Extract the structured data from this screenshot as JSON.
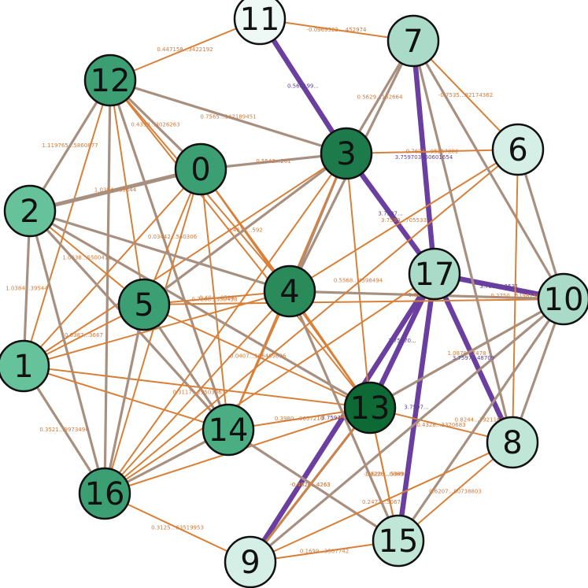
{
  "colors": {
    "positive": "#6a3fa0",
    "neutral": "#a89080",
    "negative": "#d7803a",
    "node_stroke": "#111111",
    "label_positive": "#5b3f9a",
    "label_negative": "#d07a3a"
  },
  "nodes": [
    {
      "id": "0",
      "fill": "#3c9f73"
    },
    {
      "id": "1",
      "fill": "#66c29b"
    },
    {
      "id": "2",
      "fill": "#66c29b"
    },
    {
      "id": "3",
      "fill": "#1d7a4a"
    },
    {
      "id": "4",
      "fill": "#2a8a5a"
    },
    {
      "id": "5",
      "fill": "#3c9f73"
    },
    {
      "id": "6",
      "fill": "#d6efe6"
    },
    {
      "id": "7",
      "fill": "#a9dbc8"
    },
    {
      "id": "8",
      "fill": "#bfe6d7"
    },
    {
      "id": "9",
      "fill": "#d6efe6"
    },
    {
      "id": "10",
      "fill": "#a9dbc8"
    },
    {
      "id": "11",
      "fill": "#eef8f4"
    },
    {
      "id": "12",
      "fill": "#3c9f73"
    },
    {
      "id": "13",
      "fill": "#0e6a35"
    },
    {
      "id": "14",
      "fill": "#4aae82"
    },
    {
      "id": "15",
      "fill": "#bfe6d7"
    },
    {
      "id": "16",
      "fill": "#3c9f73"
    },
    {
      "id": "17",
      "fill": "#a9dbc8"
    }
  ],
  "edges": [
    {
      "s": "11",
      "t": "3",
      "kind": "positive",
      "w": 3.0,
      "label": "0.560199..."
    },
    {
      "s": "3",
      "t": "17",
      "kind": "positive",
      "w": 3.0,
      "label": "3.7597..."
    },
    {
      "s": "7",
      "t": "17",
      "kind": "positive",
      "w": 3.0,
      "label": "3.759703960601654"
    },
    {
      "s": "17",
      "t": "10",
      "kind": "positive",
      "w": 3.0,
      "label": "3.7597...3531"
    },
    {
      "s": "17",
      "t": "8",
      "kind": "positive",
      "w": 3.0,
      "label": "3.7597...48709"
    },
    {
      "s": "17",
      "t": "13",
      "kind": "positive",
      "w": 3.0,
      "label": "3.75970..."
    },
    {
      "s": "17",
      "t": "9",
      "kind": "positive",
      "w": 3.0,
      "label": "3.7597...16432"
    },
    {
      "s": "17",
      "t": "15",
      "kind": "positive",
      "w": 3.0,
      "label": "3.7597..."
    },
    {
      "s": "11",
      "t": "7",
      "kind": "negative",
      "w": 1.0,
      "label": "-0.0969322....452974"
    },
    {
      "s": "11",
      "t": "12",
      "kind": "negative",
      "w": 1.0,
      "label": "0.447158...3422192"
    },
    {
      "s": "12",
      "t": "0",
      "kind": "neutral",
      "w": 2.0,
      "label": "0.4393...3026263"
    },
    {
      "s": "12",
      "t": "3",
      "kind": "neutral",
      "w": 2.0,
      "label": "0.7565...142189451"
    },
    {
      "s": "12",
      "t": "2",
      "kind": "neutral",
      "w": 2.0,
      "label": "1.119765...5860877"
    },
    {
      "s": "12",
      "t": "5",
      "kind": "negative",
      "w": 1.0,
      "label": ""
    },
    {
      "s": "12",
      "t": "14",
      "kind": "neutral",
      "w": 2.0,
      "label": ""
    },
    {
      "s": "12",
      "t": "16",
      "kind": "neutral",
      "w": 2.0,
      "label": ""
    },
    {
      "s": "12",
      "t": "1",
      "kind": "negative",
      "w": 1.0,
      "label": ""
    },
    {
      "s": "12",
      "t": "4",
      "kind": "negative",
      "w": 1.0,
      "label": ""
    },
    {
      "s": "12",
      "t": "13",
      "kind": "negative",
      "w": 1.0,
      "label": ""
    },
    {
      "s": "0",
      "t": "3",
      "kind": "neutral",
      "w": 2.0,
      "label": "0.5543...201"
    },
    {
      "s": "0",
      "t": "2",
      "kind": "neutral",
      "w": 3.0,
      "label": "1.0384...39544"
    },
    {
      "s": "0",
      "t": "5",
      "kind": "negative",
      "w": 1.0,
      "label": "0.03442...540306"
    },
    {
      "s": "0",
      "t": "14",
      "kind": "negative",
      "w": 1.0,
      "label": "0.7268...350438"
    },
    {
      "s": "0",
      "t": "16",
      "kind": "negative",
      "w": 1.0,
      "label": ""
    },
    {
      "s": "0",
      "t": "1",
      "kind": "negative",
      "w": 1.0,
      "label": ""
    },
    {
      "s": "0",
      "t": "4",
      "kind": "negative",
      "w": 1.0,
      "label": "0.4677...592"
    },
    {
      "s": "0",
      "t": "13",
      "kind": "negative",
      "w": 1.0,
      "label": ""
    },
    {
      "s": "3",
      "t": "7",
      "kind": "neutral",
      "w": 2.0,
      "label": "0.5629...152664"
    },
    {
      "s": "3",
      "t": "4",
      "kind": "neutral",
      "w": 2.0,
      "label": ""
    },
    {
      "s": "3",
      "t": "5",
      "kind": "neutral",
      "w": 2.0,
      "label": ""
    },
    {
      "s": "3",
      "t": "16",
      "kind": "negative",
      "w": 1.0,
      "label": ""
    },
    {
      "s": "3",
      "t": "14",
      "kind": "negative",
      "w": 1.0,
      "label": ""
    },
    {
      "s": "3",
      "t": "13",
      "kind": "negative",
      "w": 1.0,
      "label": "0.5568...4598494"
    },
    {
      "s": "3",
      "t": "1",
      "kind": "negative",
      "w": 1.0,
      "label": ""
    },
    {
      "s": "2",
      "t": "1",
      "kind": "neutral",
      "w": 2.0,
      "label": "1.0384...39544"
    },
    {
      "s": "2",
      "t": "16",
      "kind": "neutral",
      "w": 2.0,
      "label": ""
    },
    {
      "s": "2",
      "t": "14",
      "kind": "neutral",
      "w": 2.0,
      "label": ""
    },
    {
      "s": "2",
      "t": "5",
      "kind": "negative",
      "w": 1.0,
      "label": "1.0638...5500411"
    },
    {
      "s": "2",
      "t": "4",
      "kind": "neutral",
      "w": 2.0,
      "label": ""
    },
    {
      "s": "2",
      "t": "13",
      "kind": "neutral",
      "w": 2.0,
      "label": ""
    },
    {
      "s": "1",
      "t": "16",
      "kind": "neutral",
      "w": 2.0,
      "label": "0.3521...9973494"
    },
    {
      "s": "1",
      "t": "5",
      "kind": "negative",
      "w": 1.0,
      "label": "0.6387...3667"
    },
    {
      "s": "1",
      "t": "13",
      "kind": "negative",
      "w": 1.0,
      "label": ""
    },
    {
      "s": "1",
      "t": "14",
      "kind": "negative",
      "w": 1.0,
      "label": ""
    },
    {
      "s": "1",
      "t": "4",
      "kind": "negative",
      "w": 1.0,
      "label": ""
    },
    {
      "s": "5",
      "t": "4",
      "kind": "negative",
      "w": 1.0,
      "label": "0.404...0508"
    },
    {
      "s": "5",
      "t": "14",
      "kind": "neutral",
      "w": 2.0,
      "label": ""
    },
    {
      "s": "5",
      "t": "16",
      "kind": "neutral",
      "w": 2.0,
      "label": ""
    },
    {
      "s": "5",
      "t": "13",
      "kind": "negative",
      "w": 1.0,
      "label": "-0.0407...106409896"
    },
    {
      "s": "5",
      "t": "10",
      "kind": "negative",
      "w": 1.0,
      "label": ""
    },
    {
      "s": "4",
      "t": "16",
      "kind": "negative",
      "w": 1.0,
      "label": "0.3117...2350306"
    },
    {
      "s": "4",
      "t": "14",
      "kind": "negative",
      "w": 1.0,
      "label": ""
    },
    {
      "s": "4",
      "t": "13",
      "kind": "negative",
      "w": 1.0,
      "label": ""
    },
    {
      "s": "4",
      "t": "10",
      "kind": "neutral",
      "w": 2.0,
      "label": "-1.6686...2561"
    },
    {
      "s": "4",
      "t": "7",
      "kind": "neutral",
      "w": 2.0,
      "label": ""
    },
    {
      "s": "4",
      "t": "6",
      "kind": "negative",
      "w": 1.0,
      "label": "3.7599...705533"
    },
    {
      "s": "4",
      "t": "15",
      "kind": "neutral",
      "w": 2.0,
      "label": ""
    },
    {
      "s": "16",
      "t": "14",
      "kind": "neutral",
      "w": 2.0,
      "label": ""
    },
    {
      "s": "16",
      "t": "13",
      "kind": "negative",
      "w": 1.0,
      "label": ""
    },
    {
      "s": "16",
      "t": "9",
      "kind": "negative",
      "w": 1.0,
      "label": "0.3125...63519953"
    },
    {
      "s": "16",
      "t": "17",
      "kind": "negative",
      "w": 1.0,
      "label": ""
    },
    {
      "s": "16",
      "t": "6",
      "kind": "negative",
      "w": 1.0,
      "label": ""
    },
    {
      "s": "14",
      "t": "13",
      "kind": "negative",
      "w": 1.0,
      "label": "0.3980...0657216"
    },
    {
      "s": "14",
      "t": "15",
      "kind": "neutral",
      "w": 2.0,
      "label": ""
    },
    {
      "s": "13",
      "t": "8",
      "kind": "negative",
      "w": 1.0,
      "label": "0.4328...3320683"
    },
    {
      "s": "13",
      "t": "9",
      "kind": "neutral",
      "w": 2.0,
      "label": "-0.4626...4263"
    },
    {
      "s": "13",
      "t": "10",
      "kind": "neutral",
      "w": 2.0,
      "label": "1.0878...7478"
    },
    {
      "s": "13",
      "t": "15",
      "kind": "negative",
      "w": 1.0,
      "label": "1.0226...0869"
    },
    {
      "s": "7",
      "t": "6",
      "kind": "negative",
      "w": 1.0,
      "label": "-0.7535...82174362"
    },
    {
      "s": "7",
      "t": "10",
      "kind": "neutral",
      "w": 2.0,
      "label": ""
    },
    {
      "s": "7",
      "t": "8",
      "kind": "neutral",
      "w": 2.0,
      "label": ""
    },
    {
      "s": "6",
      "t": "8",
      "kind": "negative",
      "w": 1.0,
      "label": "0.2750...5198136"
    },
    {
      "s": "6",
      "t": "10",
      "kind": "neutral",
      "w": 2.0,
      "label": ""
    },
    {
      "s": "6",
      "t": "3",
      "kind": "negative",
      "w": 1.0,
      "label": "0.7604...95257282"
    },
    {
      "s": "10",
      "t": "8",
      "kind": "neutral",
      "w": 2.0,
      "label": ""
    },
    {
      "s": "10",
      "t": "9",
      "kind": "neutral",
      "w": 2.0,
      "label": ""
    },
    {
      "s": "10",
      "t": "15",
      "kind": "neutral",
      "w": 2.0,
      "label": "0.8244...79211668"
    },
    {
      "s": "8",
      "t": "9",
      "kind": "negative",
      "w": 1.0,
      "label": "0.2472...5067"
    },
    {
      "s": "8",
      "t": "15",
      "kind": "negative",
      "w": 1.0,
      "label": "0.6207...00738803"
    },
    {
      "s": "9",
      "t": "15",
      "kind": "negative",
      "w": 1.0,
      "label": "0.1699...3507742"
    },
    {
      "s": "9",
      "t": "13",
      "kind": "negative",
      "w": 1.0,
      "label": "-0.4626...4263"
    },
    {
      "s": "15",
      "t": "13",
      "kind": "negative",
      "w": 1.0,
      "label": "-0.6203...5349"
    }
  ]
}
